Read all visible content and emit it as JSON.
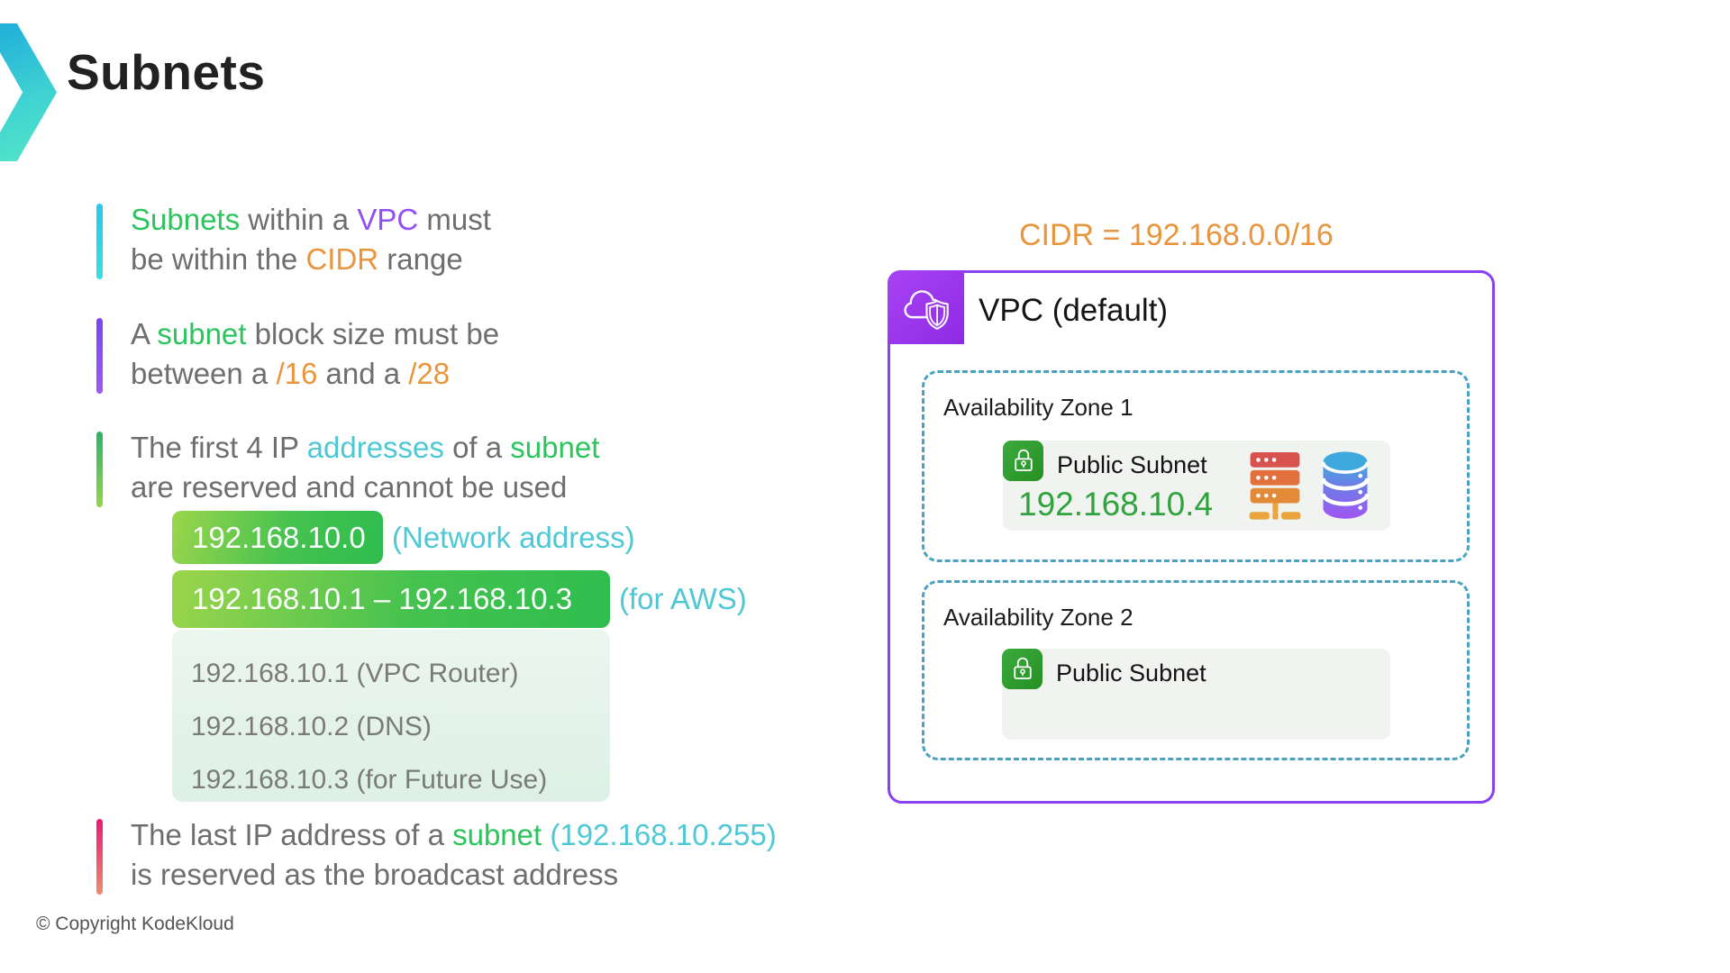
{
  "header": {
    "title": "Subnets"
  },
  "bullets": {
    "b1": {
      "seg1": "Subnets",
      "seg2": " within a ",
      "seg3": "VPC",
      "seg4": " must",
      "seg5": "be within the ",
      "seg6": "CIDR",
      "seg7": " range"
    },
    "b2": {
      "seg1": "A ",
      "seg2": "subnet",
      "seg3": " block size must be",
      "seg4": "between a ",
      "seg5": "/16",
      "seg6": " and a ",
      "seg7": "/28"
    },
    "b3": {
      "seg1": "The first 4 IP ",
      "seg2": "addresses",
      "seg3": " of a ",
      "seg4": "subnet",
      "seg5": "are reserved and cannot be used"
    },
    "b4": {
      "seg1": "The last IP address of a ",
      "seg2": "subnet",
      "seg3": " (192.168.10.255)",
      "seg4": "is reserved as the broadcast address"
    }
  },
  "ip_boxes": {
    "network": {
      "ip": "192.168.10.0",
      "label": "(Network address)"
    },
    "aws_range": {
      "ip": "192.168.10.1 – 192.168.10.3",
      "label": "(for AWS)"
    },
    "reserved_list": [
      "192.168.10.1 (VPC Router)",
      "192.168.10.2 (DNS)",
      "192.168.10.3 (for Future Use)"
    ]
  },
  "diagram": {
    "cidr_label": "CIDR = 192.168.0.0/16",
    "vpc_title": "VPC (default)",
    "vpc_icon": "cloud-shield-icon",
    "zones": [
      {
        "name": "Availability Zone 1",
        "subnet": {
          "label": "Public Subnet",
          "ip": "192.168.10.4",
          "icons": [
            "lock-icon",
            "server-icon",
            "database-icon"
          ]
        }
      },
      {
        "name": "Availability Zone 2",
        "subnet": {
          "label": "Public Subnet",
          "icons": [
            "lock-icon"
          ]
        }
      }
    ]
  },
  "footer": {
    "copyright": "© Copyright KodeKloud"
  },
  "colors": {
    "highlight_green": "#2cc45c",
    "highlight_purple": "#9050f2",
    "highlight_orange": "#e8953e",
    "highlight_teal": "#4fc8d5",
    "body_gray": "#6e6e6e",
    "chip_green": "#2ebd4e",
    "mint_panel": "#e7f4eb",
    "vpc_border": "#8a3ff0",
    "vpc_badge": "#9a35ee",
    "az_border": "#4aa2c0",
    "lock_green": "#2f9e2f",
    "subnet_ip_green": "#2fa33c",
    "logo_teal": "#3fd3d2"
  }
}
